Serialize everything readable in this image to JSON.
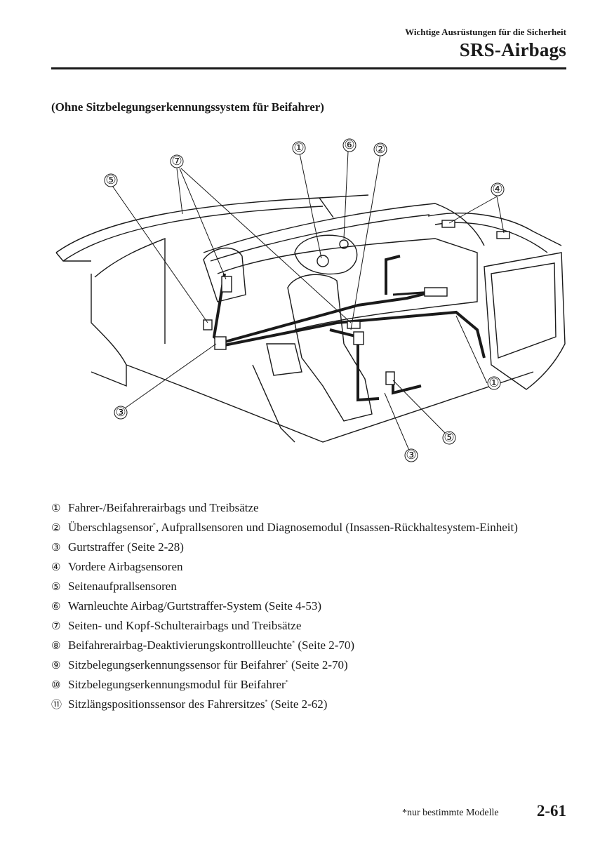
{
  "header": {
    "section": "Wichtige Ausrüstungen für die Sicherheit",
    "title": "SRS-Airbags"
  },
  "subheading": "(Ohne Sitzbelegungserkennungssystem für Beifahrer)",
  "diagram": {
    "callouts": [
      "①",
      "⑥",
      "②",
      "⑦",
      "⑤",
      "④",
      "①",
      "③",
      "⑤",
      "③"
    ]
  },
  "legend": [
    {
      "num": "①",
      "text": "Fahrer-/Beifahrerairbags und Treibsätze",
      "star": "",
      "after": ""
    },
    {
      "num": "②",
      "text": "Überschlagsensor",
      "star": "*",
      "after": ", Aufprallsensoren und Diagnosemodul (Insassen-Rückhaltesystem-Einheit)"
    },
    {
      "num": "③",
      "text": "Gurtstraffer (Seite 2-28)",
      "star": "",
      "after": ""
    },
    {
      "num": "④",
      "text": "Vordere Airbagsensoren",
      "star": "",
      "after": ""
    },
    {
      "num": "⑤",
      "text": "Seitenaufprallsensoren",
      "star": "",
      "after": ""
    },
    {
      "num": "⑥",
      "text": "Warnleuchte Airbag/Gurtstraffer-System (Seite 4-53)",
      "star": "",
      "after": ""
    },
    {
      "num": "⑦",
      "text": "Seiten- und Kopf-Schulterairbags und Treibsätze",
      "star": "",
      "after": ""
    },
    {
      "num": "⑧",
      "text": "Beifahrerairbag-Deaktivierungskontrollleuchte",
      "star": "*",
      "after": " (Seite 2-70)"
    },
    {
      "num": "⑨",
      "text": "Sitzbelegungserkennungssensor für Beifahrer",
      "star": "*",
      "after": " (Seite 2-70)"
    },
    {
      "num": "⑩",
      "text": "Sitzbelegungserkennungsmodul für Beifahrer",
      "star": "*",
      "after": ""
    },
    {
      "num": "⑪",
      "text": "Sitzlängspositionssensor des Fahrersitzes",
      "star": "*",
      "after": " (Seite 2-62)"
    }
  ],
  "footer": {
    "footnote": "*nur bestimmte Modelle",
    "page": "2-61"
  }
}
